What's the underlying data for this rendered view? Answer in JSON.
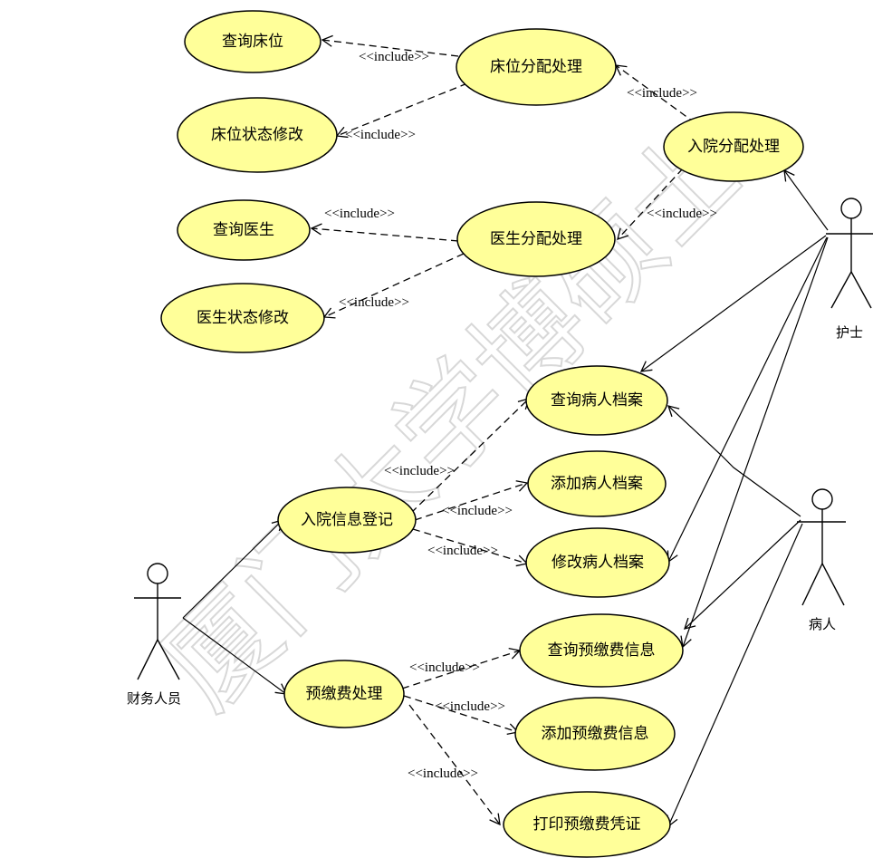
{
  "watermark": "厦门大学博硕士",
  "stereotype": "<<include>>",
  "use_cases": {
    "query_bed": "查询床位",
    "bed_alloc": "床位分配处理",
    "bed_status": "床位状态修改",
    "admission_alloc": "入院分配处理",
    "query_doctor": "查询医生",
    "doctor_alloc": "医生分配处理",
    "doctor_status": "医生状态修改",
    "query_patient_file": "查询病人档案",
    "add_patient_file": "添加病人档案",
    "admission_register": "入院信息登记",
    "modify_patient_file": "修改病人档案",
    "query_prepay": "查询预缴费信息",
    "prepay_process": "预缴费处理",
    "add_prepay": "添加预缴费信息",
    "print_prepay": "打印预缴费凭证"
  },
  "actors": {
    "nurse": "护士",
    "patient": "病人",
    "finance": "财务人员"
  },
  "colors": {
    "use_case_fill": "#ffff99",
    "line": "#000000"
  }
}
